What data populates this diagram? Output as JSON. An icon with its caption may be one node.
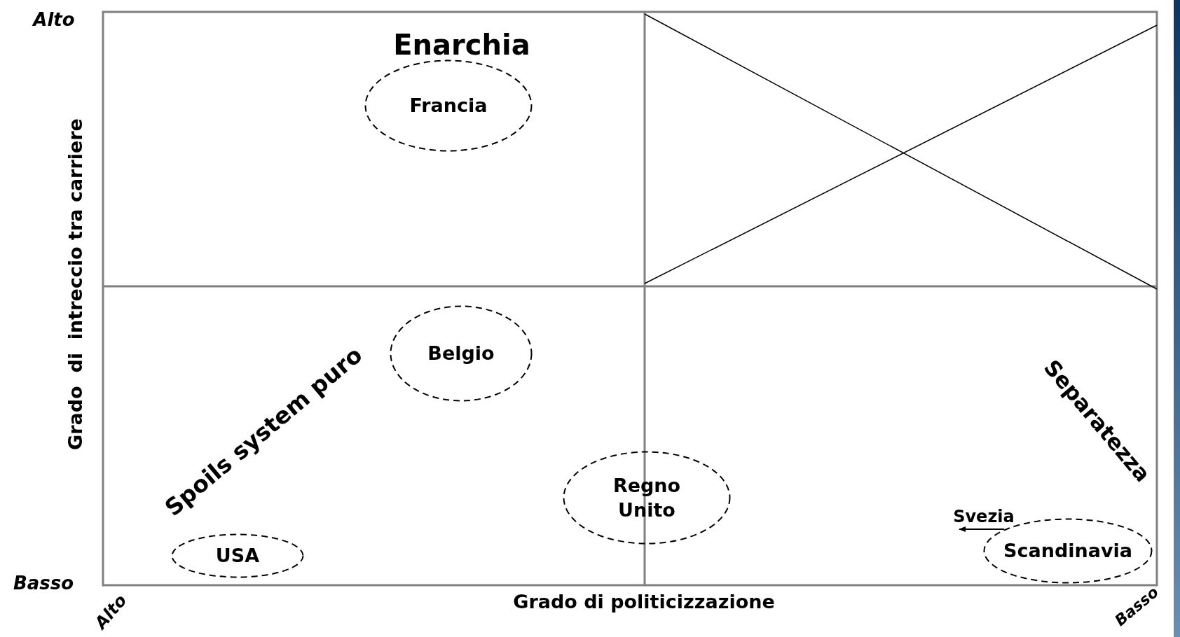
{
  "diagram": {
    "nodes": [
      {
        "text": [
          "Francia"
        ]
      },
      {
        "text": [
          "Belgio"
        ]
      },
      {
        "text": [
          "Regno Unito"
        ]
      },
      {
        "text": [
          "Svezia"
        ]
      },
      {
        "text": [
          "Scandinavia"
        ]
      },
      {
        "text": [
          "USA"
        ]
      }
    ],
    "edges": [
      {
        "from": 4,
        "to": 3,
        "arrow": "to"
      }
    ],
    "labels": [
      "Alto",
      "Grado  di  intreccio tra carriere",
      "Enarchia",
      "Spoils system puro",
      "Separatezza",
      "Basso",
      "Alto",
      "Grado di politicizzazione",
      "Basso"
    ]
  }
}
